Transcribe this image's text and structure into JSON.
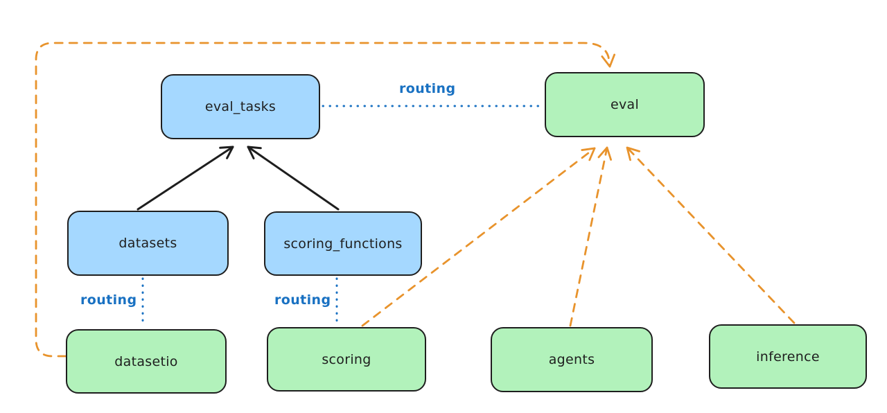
{
  "diagram": {
    "background": "#ffffff",
    "colors": {
      "node_stroke": "#1e1e1e",
      "blue_node_fill": "#a5d8ff",
      "green_node_fill": "#b2f2bb",
      "routing_blue": "#1971c2",
      "orange_arrow": "#e8932c",
      "black_arrow": "#1e1e1e"
    },
    "nodes": [
      {
        "id": "eval_tasks",
        "label": "eval_tasks",
        "fill": "#a5d8ff"
      },
      {
        "id": "eval",
        "label": "eval",
        "fill": "#b2f2bb"
      },
      {
        "id": "datasets",
        "label": "datasets",
        "fill": "#a5d8ff"
      },
      {
        "id": "scoring_functions",
        "label": "scoring_functions",
        "fill": "#a5d8ff"
      },
      {
        "id": "datasetio",
        "label": "datasetio",
        "fill": "#b2f2bb"
      },
      {
        "id": "scoring",
        "label": "scoring",
        "fill": "#b2f2bb"
      },
      {
        "id": "agents",
        "label": "agents",
        "fill": "#b2f2bb"
      },
      {
        "id": "inference",
        "label": "inference",
        "fill": "#b2f2bb"
      }
    ],
    "edges": [
      {
        "from": "datasets",
        "to": "eval_tasks",
        "style": "solid-black-arrow",
        "label": ""
      },
      {
        "from": "scoring_functions",
        "to": "eval_tasks",
        "style": "solid-black-arrow",
        "label": ""
      },
      {
        "from": "eval_tasks",
        "to": "eval",
        "style": "dotted-blue",
        "label": "routing"
      },
      {
        "from": "datasets",
        "to": "datasetio",
        "style": "dotted-blue",
        "label": "routing"
      },
      {
        "from": "scoring_functions",
        "to": "scoring",
        "style": "dotted-blue",
        "label": "routing"
      },
      {
        "from": "datasetio",
        "to": "eval",
        "style": "dashed-orange-arrow",
        "label": ""
      },
      {
        "from": "scoring",
        "to": "eval",
        "style": "dashed-orange-arrow",
        "label": ""
      },
      {
        "from": "agents",
        "to": "eval",
        "style": "dashed-orange-arrow",
        "label": ""
      },
      {
        "from": "inference",
        "to": "eval",
        "style": "dashed-orange-arrow",
        "label": ""
      }
    ],
    "labels": {
      "routing_top": "routing",
      "routing_left": "routing",
      "routing_mid": "routing"
    }
  }
}
